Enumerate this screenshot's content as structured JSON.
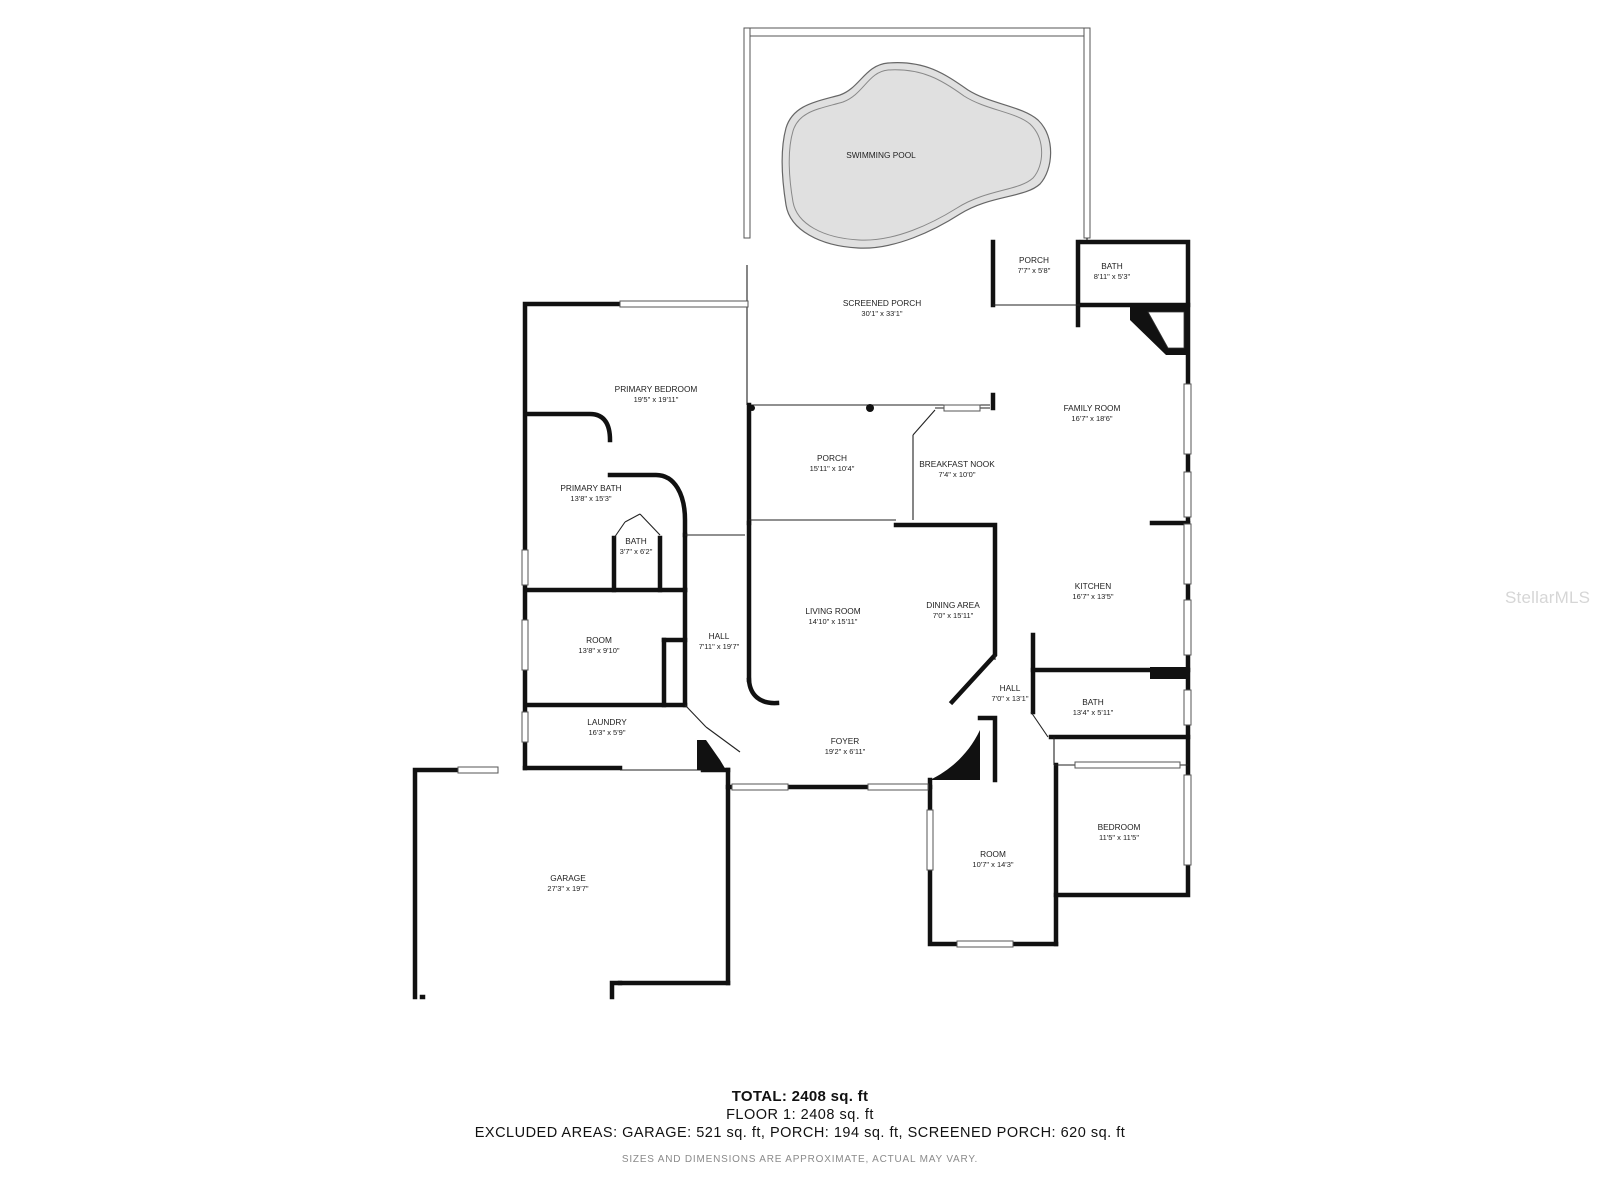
{
  "rooms": {
    "swimming_pool": {
      "name": "SWIMMING POOL",
      "dims": ""
    },
    "screened_porch": {
      "name": "SCREENED PORCH",
      "dims": "30'1\" x 33'1\""
    },
    "porch_small": {
      "name": "PORCH",
      "dims": "7'7\" x 5'8\""
    },
    "bath_small": {
      "name": "BATH",
      "dims": "8'11\" x 5'3\""
    },
    "primary_bedroom": {
      "name": "PRIMARY BEDROOM",
      "dims": "19'5\" x 19'11\""
    },
    "porch": {
      "name": "PORCH",
      "dims": "15'11\" x 10'4\""
    },
    "breakfast_nook": {
      "name": "BREAKFAST NOOK",
      "dims": "7'4\" x 10'0\""
    },
    "family_room": {
      "name": "FAMILY ROOM",
      "dims": "16'7\" x 18'6\""
    },
    "primary_bath": {
      "name": "PRIMARY BATH",
      "dims": "13'8\" x 15'3\""
    },
    "bath_closet": {
      "name": "BATH",
      "dims": "3'7\" x 6'2\""
    },
    "living_room": {
      "name": "LIVING ROOM",
      "dims": "14'10\" x 15'11\""
    },
    "dining_area": {
      "name": "DINING AREA",
      "dims": "7'0\" x 15'11\""
    },
    "kitchen": {
      "name": "KITCHEN",
      "dims": "16'7\" x 13'5\""
    },
    "room_west": {
      "name": "ROOM",
      "dims": "13'8\" x 9'10\""
    },
    "hall_west": {
      "name": "HALL",
      "dims": "7'11\" x 19'7\""
    },
    "hall_east": {
      "name": "HALL",
      "dims": "7'0\" x 13'1\""
    },
    "bath_east": {
      "name": "BATH",
      "dims": "13'4\" x 5'11\""
    },
    "laundry": {
      "name": "LAUNDRY",
      "dims": "16'3\" x 5'9\""
    },
    "foyer": {
      "name": "FOYER",
      "dims": "19'2\" x 6'11\""
    },
    "garage": {
      "name": "GARAGE",
      "dims": "27'3\" x 19'7\""
    },
    "room_south": {
      "name": "ROOM",
      "dims": "10'7\" x 14'3\""
    },
    "bedroom": {
      "name": "BEDROOM",
      "dims": "11'5\" x 11'5\""
    }
  },
  "summary": {
    "total": "TOTAL: 2408 sq. ft",
    "floor": "FLOOR 1: 2408 sq. ft",
    "excluded": "EXCLUDED AREAS: GARAGE: 521 sq. ft, PORCH: 194 sq. ft, SCREENED PORCH: 620 sq. ft",
    "disclaimer": "SIZES AND DIMENSIONS ARE APPROXIMATE, ACTUAL MAY VARY."
  },
  "watermark": "StellarMLS"
}
